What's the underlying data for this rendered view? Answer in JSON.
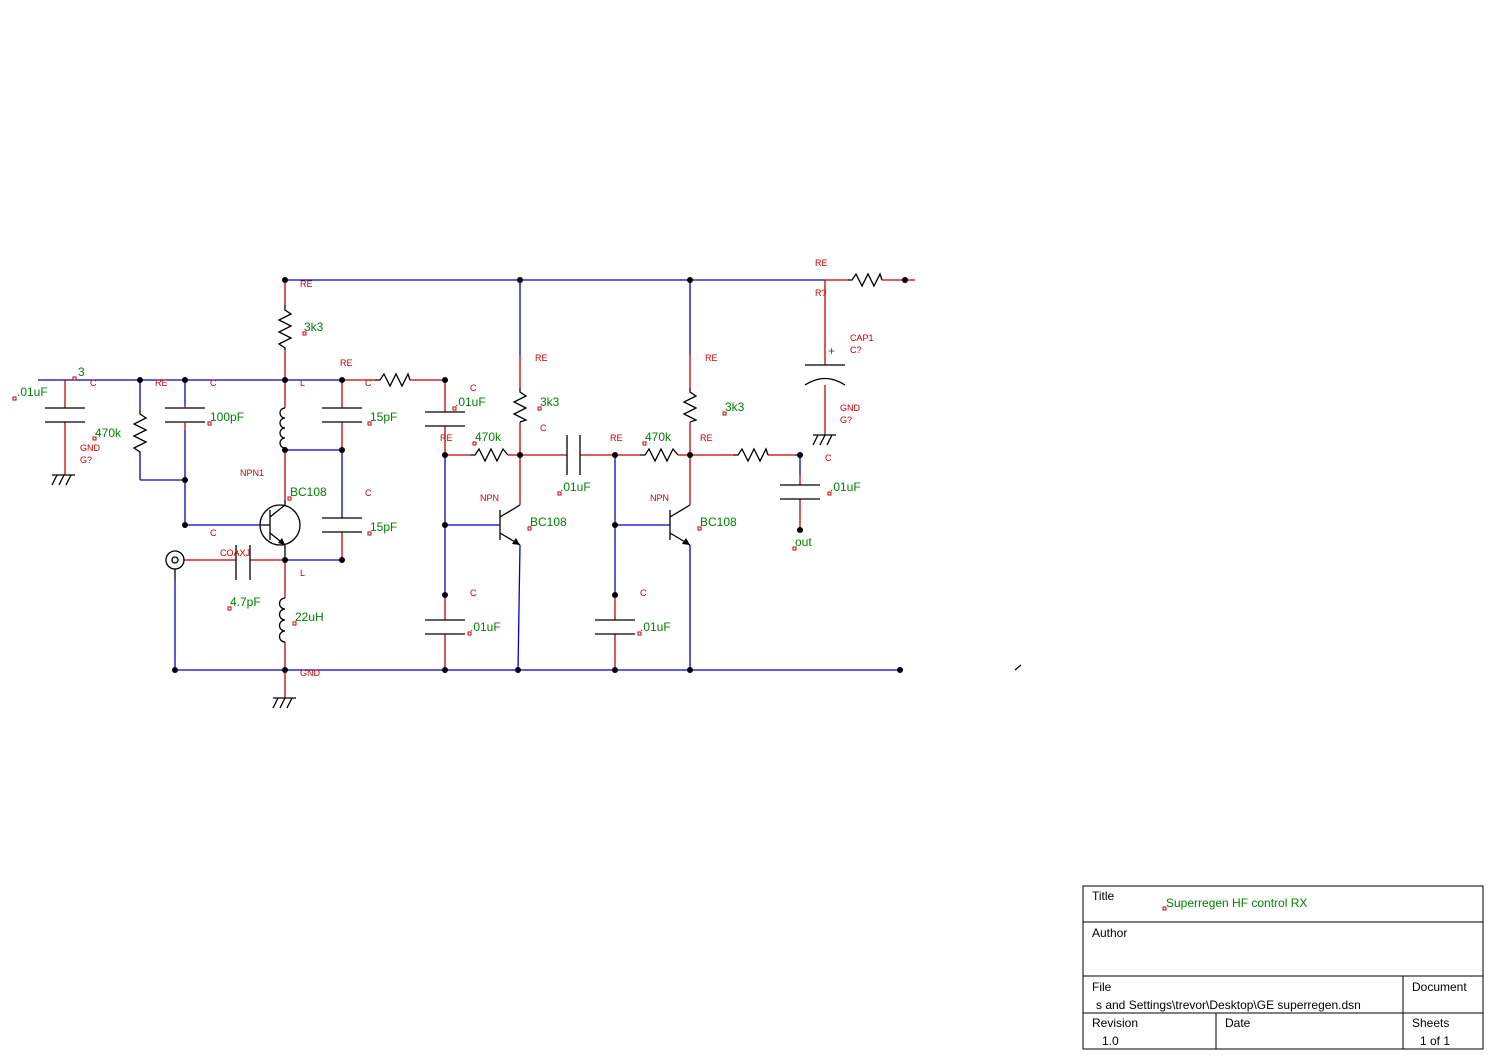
{
  "schematic": {
    "components": {
      "c_in": {
        "value": ".01uF",
        "ref": "C"
      },
      "r_bias": {
        "value": "470k",
        "ref": "RE"
      },
      "c_100p": {
        "value": "100pF",
        "ref": "C"
      },
      "r_3k3_q1": {
        "value": "3k3",
        "ref": "RE"
      },
      "inductor_l": {
        "ref": "L"
      },
      "c_15p_top": {
        "value": "15pF",
        "ref": "C"
      },
      "c_15p_bot": {
        "value": "15pF",
        "ref": "C"
      },
      "q1": {
        "value": "BC108",
        "ref": "NPN1"
      },
      "coax": {
        "ref": "COAXJ"
      },
      "c_4p7": {
        "value": "4.7pF",
        "ref": "C"
      },
      "choke": {
        "value": "22uH",
        "ref": "L"
      },
      "r_series": {
        "ref": "RE"
      },
      "c_01_a": {
        "value": ".01uF",
        "ref": "C"
      },
      "r_470k_q2": {
        "value": "470k",
        "ref": "RE"
      },
      "r_3k3_q2": {
        "value": "3k3",
        "ref": "RE"
      },
      "c_couple": {
        "ref": "C"
      },
      "q2": {
        "value": "BC108",
        "ref": "NPN"
      },
      "c_01_q2e": {
        "value": ".01uF",
        "ref": "C"
      },
      "r_470k_q3": {
        "value": "470k",
        "ref": "RE"
      },
      "r_3k3_q3": {
        "value": "3k3",
        "ref": "RE"
      },
      "q3": {
        "value": "BC108",
        "ref": "NPN"
      },
      "c_01_q3e": {
        "value": ".01uF",
        "ref": "C"
      },
      "r_out": {
        "ref": "RE"
      },
      "c_out": {
        "value": ".01uF",
        "ref": "C"
      },
      "out_pin": {
        "value": "out"
      },
      "r_supply": {
        "ref": "RE",
        "ref2": "R?"
      },
      "cap1": {
        "ref": "CAP1",
        "ref2": "C?",
        "polarity": "+"
      },
      "gnd_right": {
        "ref": "GND",
        "ref2": "G?"
      },
      "gnd_left": {
        "ref": "GND",
        "ref2": "G?"
      },
      "gnd_main": {
        "ref": "GND"
      },
      "input_pin": {
        "value": "3"
      }
    }
  },
  "title_block": {
    "title_label": "Title",
    "title_value": "Superregen HF control RX",
    "author_label": "Author",
    "author_value": "",
    "file_label": "File",
    "file_value": "s and Settings\\trevor\\Desktop\\GE superregen.dsn",
    "document_label": "Document",
    "revision_label": "Revision",
    "revision_value": "1.0",
    "date_label": "Date",
    "sheets_label": "Sheets",
    "sheets_value": "1 of 1"
  },
  "colors": {
    "wire": "#0000c8",
    "lead": "#c80000",
    "value_text": "#008000",
    "symbol": "#000000"
  }
}
